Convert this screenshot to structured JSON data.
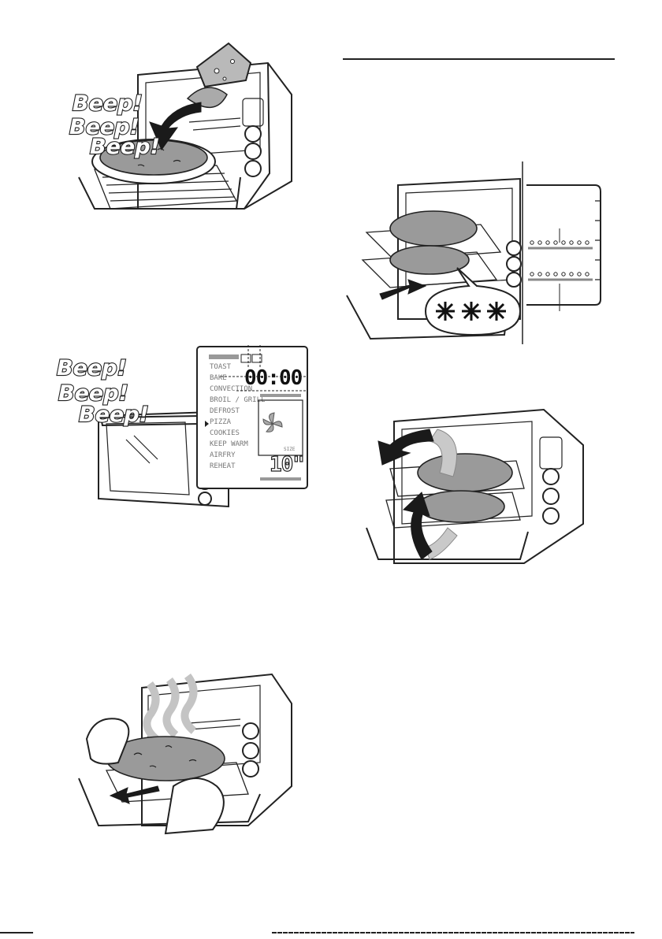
{
  "figure1": {
    "beep_lines": [
      "Beep!",
      "Beep!",
      "Beep!"
    ]
  },
  "figure2": {
    "beep_lines": [
      "Beep!",
      "Beep!",
      "Beep!"
    ],
    "display": {
      "menu": [
        "TOAST",
        "BAKE",
        "CONVECTION",
        "BROIL / GRILL",
        "DEFROST",
        "PIZZA",
        "COOKIES",
        "KEEP WARM",
        "AIRFRY",
        "REHEAT"
      ],
      "selected_item": "PIZZA",
      "time": "00:00",
      "size_label": "SIZE",
      "size_value": "10\""
    }
  },
  "figure4": {
    "freeze_icons": [
      "snowflake",
      "snowflake",
      "snowflake"
    ]
  },
  "colors": {
    "ink": "#222222",
    "pizza": "#9a9a9a",
    "arrow_grey": "#c9c9c9"
  }
}
